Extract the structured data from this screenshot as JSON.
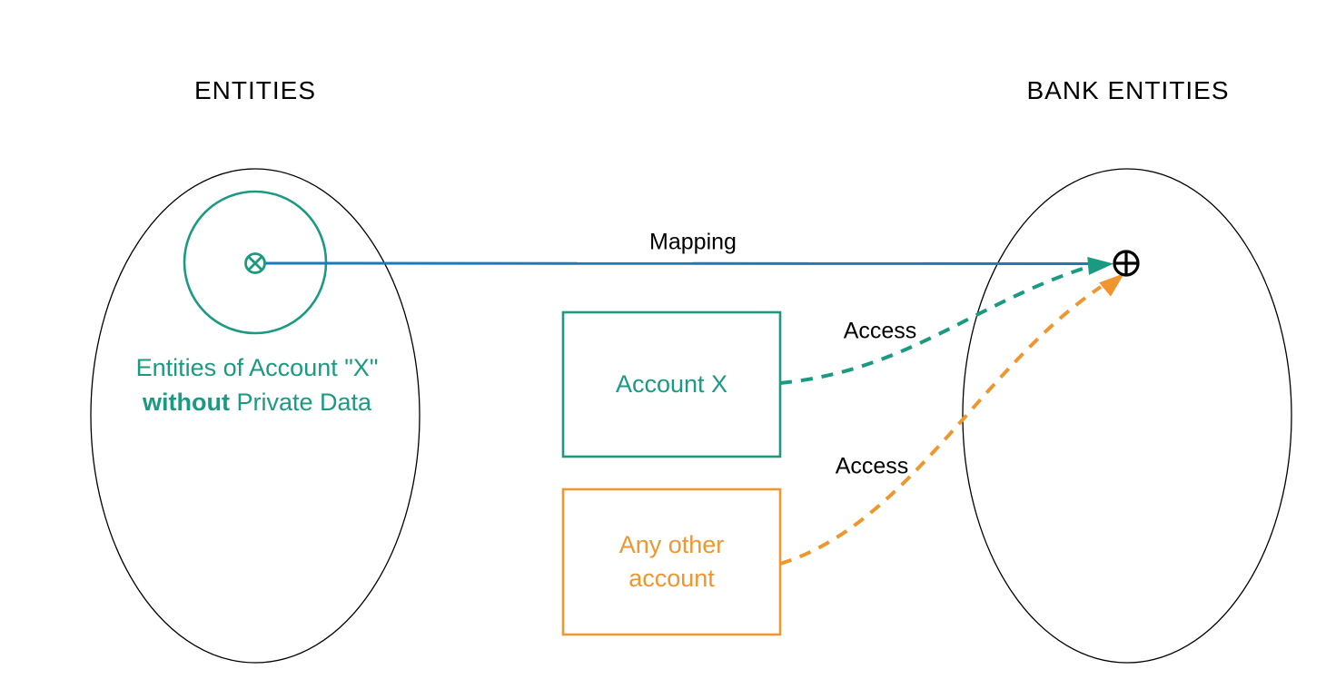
{
  "titles": {
    "left": "ENTITIES",
    "right": "BANK ENTITIES"
  },
  "left_ellipse": {
    "caption_line1": "Entities of Account \"X\"",
    "caption_line2_bold": "without",
    "caption_line2_rest": "Private Data"
  },
  "boxes": {
    "account_x": {
      "label": "Account X"
    },
    "any_other": {
      "label": "Any other\naccount"
    }
  },
  "arrows": {
    "mapping": {
      "label": "Mapping",
      "style": "solid"
    },
    "access_account_x": {
      "label": "Access",
      "style": "dashed"
    },
    "access_any_other": {
      "label": "Access",
      "style": "dashed"
    }
  },
  "symbols": {
    "source_marker": "circle-x",
    "target_marker": "circle-plus"
  },
  "colors": {
    "teal": "#1b9a82",
    "orange": "#f0962f",
    "blue": "#1d79b8",
    "ink": "#000000"
  }
}
